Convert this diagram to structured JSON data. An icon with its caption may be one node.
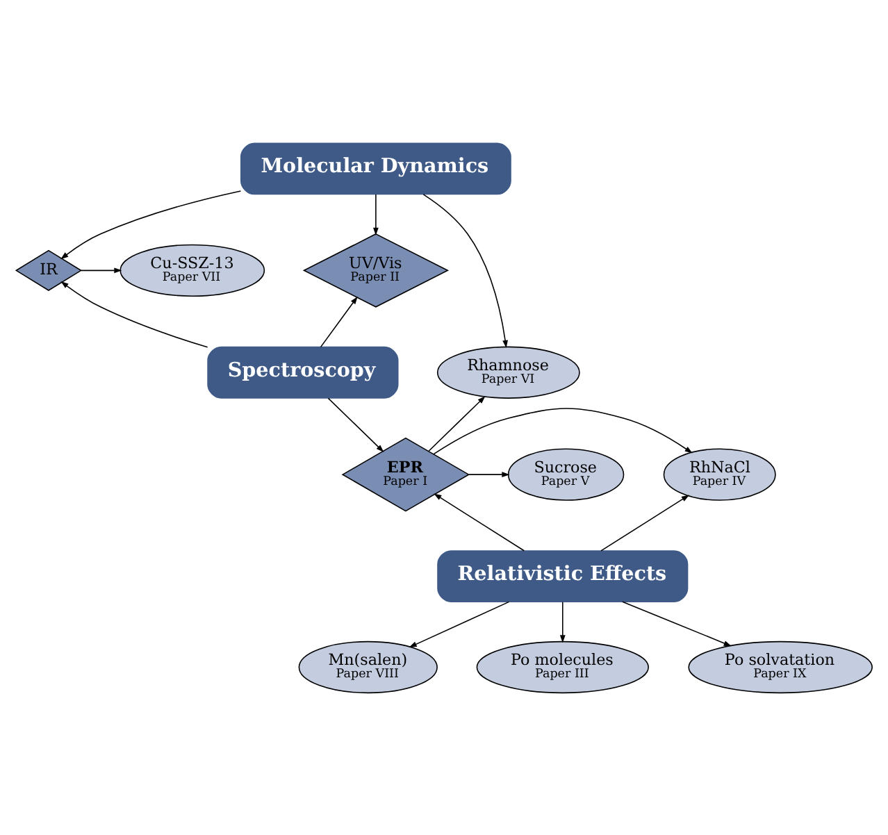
{
  "diagram": {
    "nodes": [
      {
        "text": [
          "Molecular Dynamics"
        ]
      },
      {
        "text": [
          "Cu-SSZ-13",
          "Paper VII"
        ]
      },
      {
        "text": [
          "IR"
        ]
      },
      {
        "text": [
          "UV/Vis",
          "Paper II"
        ]
      },
      {
        "text": [
          "Rhamnose",
          "Paper VI"
        ]
      },
      {
        "text": [
          "Spectroscopy"
        ]
      },
      {
        "text": [
          "RhNaCl",
          "Paper IV"
        ]
      },
      {
        "text": [
          "EPR",
          "Paper I"
        ]
      },
      {
        "text": [
          "Sucrose",
          "Paper V"
        ]
      },
      {
        "text": [
          "Relativistic Effects"
        ]
      },
      {
        "text": [
          "Mn(salen)",
          "Paper VIII"
        ]
      },
      {
        "text": [
          "Po molecules",
          "Paper III"
        ]
      },
      {
        "text": [
          "Po solvatation",
          "Paper IX"
        ]
      }
    ],
    "edges": [
      {
        "from": 0,
        "to": 2,
        "arrow": "to"
      },
      {
        "from": 0,
        "to": 3,
        "arrow": "to"
      },
      {
        "from": 0,
        "to": 4,
        "arrow": "to"
      },
      {
        "from": 2,
        "to": 1,
        "arrow": "to"
      },
      {
        "from": 5,
        "to": 2,
        "arrow": "to"
      },
      {
        "from": 5,
        "to": 3,
        "arrow": "to"
      },
      {
        "from": 5,
        "to": 7,
        "arrow": "to"
      },
      {
        "from": 7,
        "to": 4,
        "arrow": "to"
      },
      {
        "from": 7,
        "to": 6,
        "arrow": "to"
      },
      {
        "from": 7,
        "to": 8,
        "arrow": "to"
      },
      {
        "from": 9,
        "to": 6,
        "arrow": "to"
      },
      {
        "from": 9,
        "to": 7,
        "arrow": "to"
      },
      {
        "from": 9,
        "to": 10,
        "arrow": "to"
      },
      {
        "from": 9,
        "to": 11,
        "arrow": "to"
      },
      {
        "from": 9,
        "to": 12,
        "arrow": "to"
      }
    ]
  }
}
